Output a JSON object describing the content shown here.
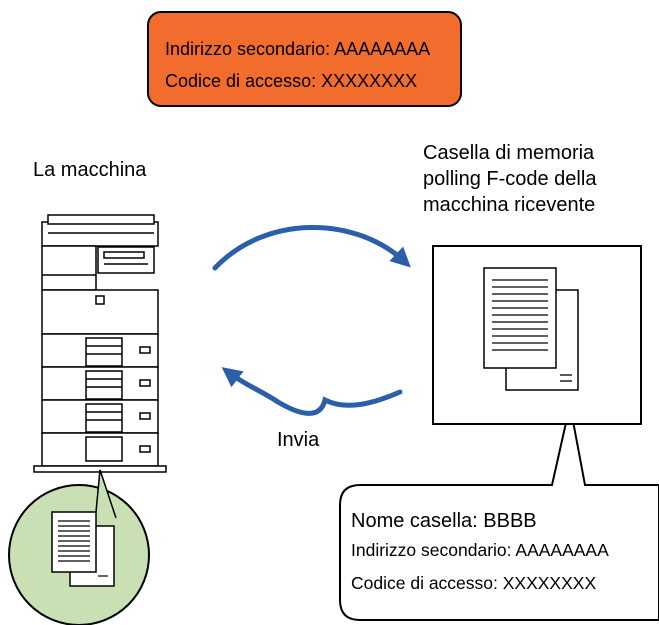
{
  "sender_box": {
    "line1": "Indirizzo secondario: AAAAAAAA",
    "line2": "Codice di accesso: XXXXXXXX",
    "fill_color": "#f26d2d"
  },
  "machine_label": "La macchina",
  "receiver_label": {
    "line1": "Casella di memoria",
    "line2": "polling F-code della",
    "line3": "macchina ricevente"
  },
  "action_label": "Invia",
  "callout": {
    "line1": "Nome casella: BBBB",
    "line2": "Indirizzo secondario: AAAAAAAA",
    "line3": "Codice di accesso: XXXXXXXX"
  },
  "colors": {
    "arrow": "#2c5faa",
    "memory_circle": "#c8e0b4"
  }
}
